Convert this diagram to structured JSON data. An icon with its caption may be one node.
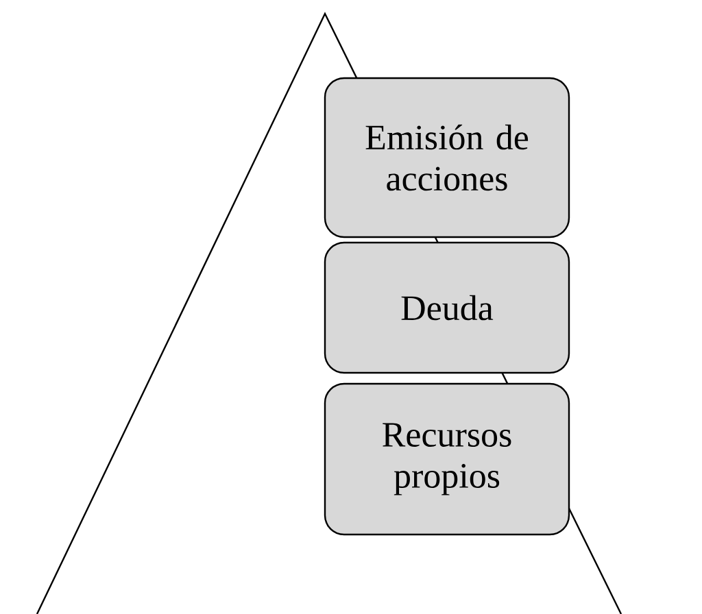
{
  "diagram": {
    "nodes": [
      {
        "text": [
          "Emisión de acciones"
        ]
      },
      {
        "text": [
          "Deuda"
        ]
      },
      {
        "text": [
          "Recursos propios"
        ]
      }
    ]
  }
}
